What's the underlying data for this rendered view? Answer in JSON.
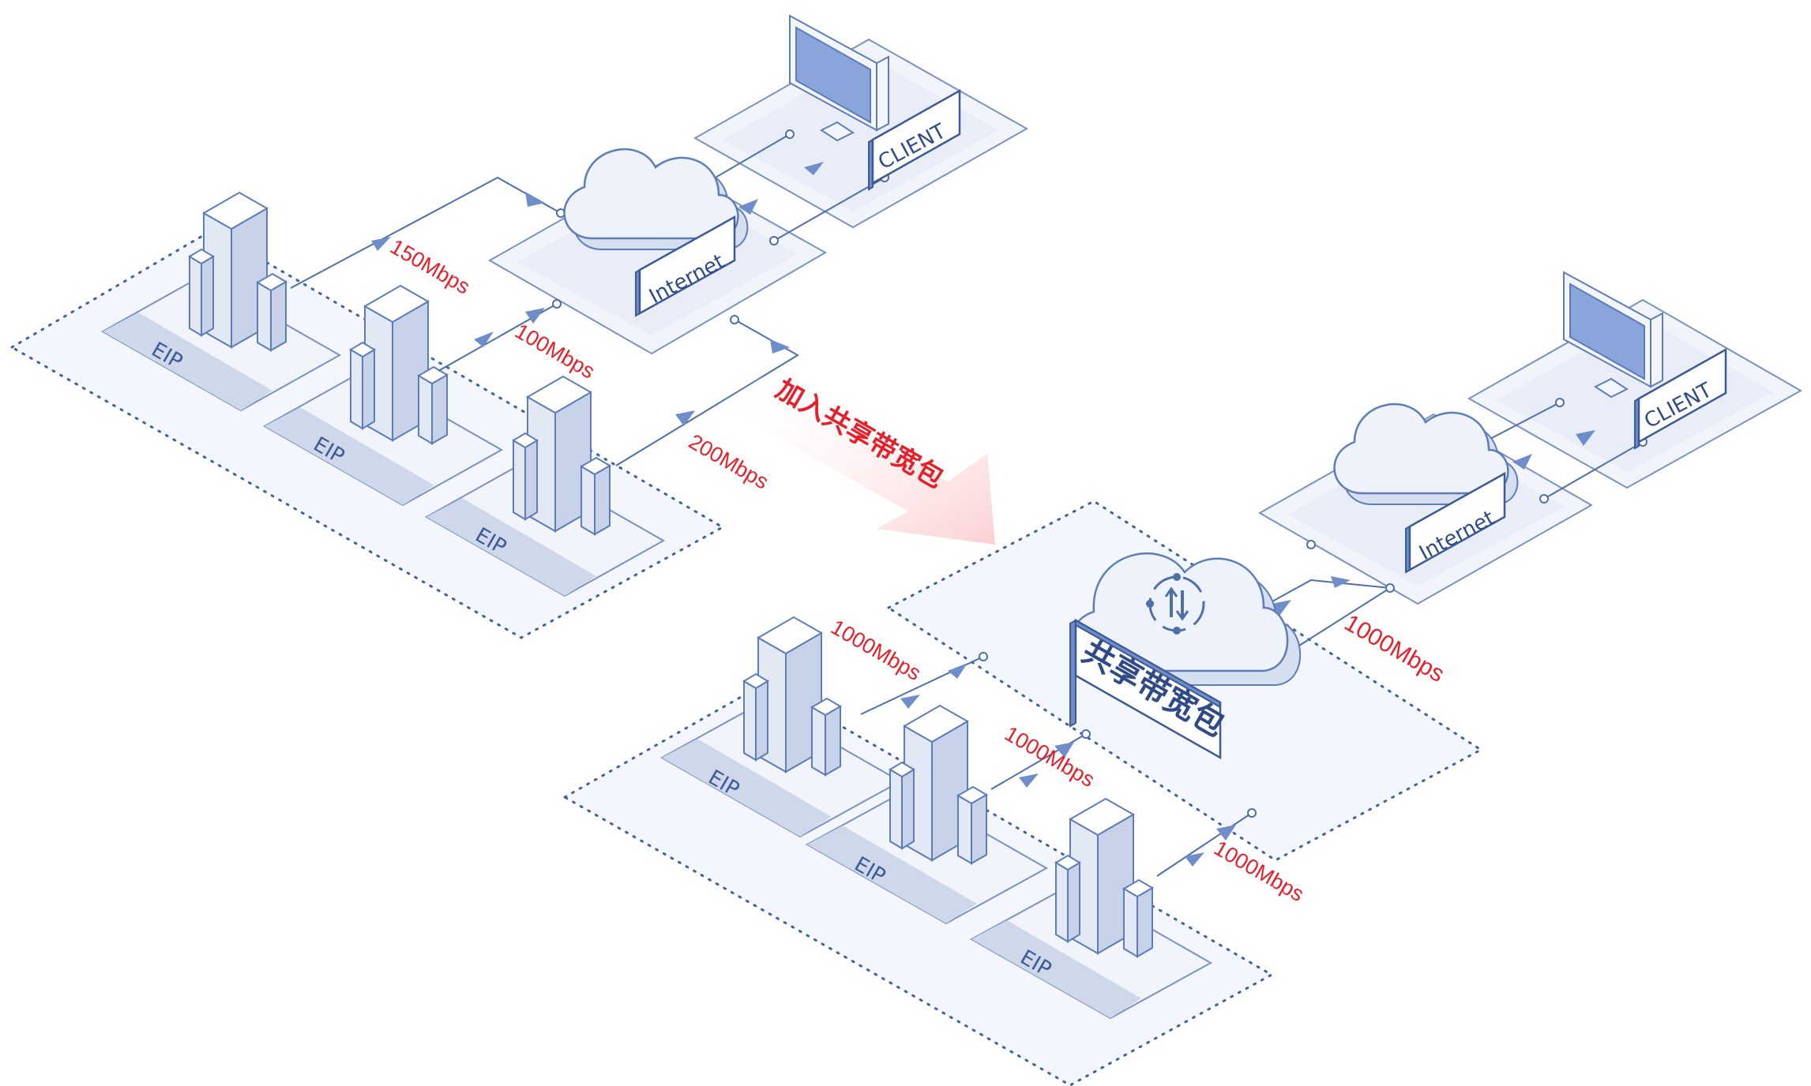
{
  "before": {
    "eip_labels": [
      "EIP",
      "EIP",
      "EIP"
    ],
    "speeds": [
      "150Mbps",
      "100Mbps",
      "200Mbps"
    ],
    "internet_label": "Internet",
    "client_label": "CLIENT"
  },
  "transition": {
    "label": "加入共享带宽包"
  },
  "after": {
    "eip_labels": [
      "EIP",
      "EIP",
      "EIP"
    ],
    "speeds": [
      "1000Mbps",
      "1000Mbps",
      "1000Mbps"
    ],
    "shared_bandwidth_label": "共享带宽包",
    "uplink_speed": "1000Mbps",
    "internet_label": "Internet",
    "client_label": "CLIENT"
  },
  "colors": {
    "accent_red": "#e4202b",
    "line_blue": "#4f6fa8",
    "screen_blue": "#8aa5db"
  },
  "icons": [
    "building-icon",
    "cloud-icon",
    "monitor-icon",
    "shared-bandwidth-icon",
    "arrow-icon"
  ]
}
